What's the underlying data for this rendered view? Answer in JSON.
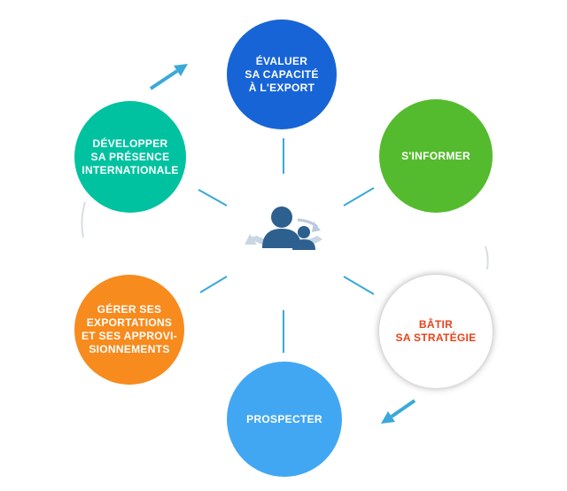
{
  "steps": [
    {
      "id": "evaluer",
      "label": "ÉVALUER\nSA CAPACITÉ\nÀ L'EXPORT",
      "color": "#1764d6"
    },
    {
      "id": "informer",
      "label": "S'INFORMER",
      "color": "#55bb2e"
    },
    {
      "id": "batir",
      "label": "BÂTIR\nSA STRATÉGIE",
      "color": "#e8431a"
    },
    {
      "id": "prospecter",
      "label": "PROSPECTER",
      "color": "#42a7f2"
    },
    {
      "id": "gerer",
      "label": "GÉRER SES\nEXPORTATIONS\nET SES APPROVI-\nSIONNEMENTS",
      "color": "#f78b1e"
    },
    {
      "id": "developper",
      "label": "DÉVELOPPER\nSA PRÉSENCE\nINTERNATIONALE",
      "color": "#00c2a0"
    }
  ],
  "center_icon": "people-cycle-icon",
  "colors": {
    "connector": "#3aa9d9",
    "arrow": "#3aa9d9",
    "icon_dark": "#2d5f8f",
    "icon_light": "#b9cbdc"
  }
}
